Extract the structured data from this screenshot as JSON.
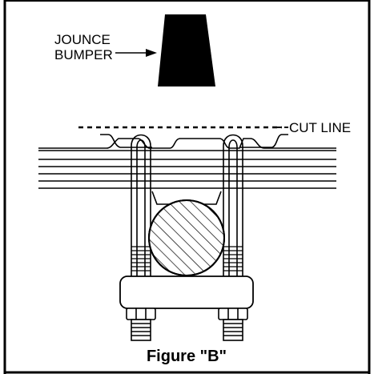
{
  "labels": {
    "jounce_line1": "JOUNCE",
    "jounce_line2": "BUMPER",
    "cut_line": "CUT LINE",
    "figure_caption": "Figure \"B\""
  },
  "colors": {
    "ink": "#000000",
    "paper": "#ffffff"
  }
}
